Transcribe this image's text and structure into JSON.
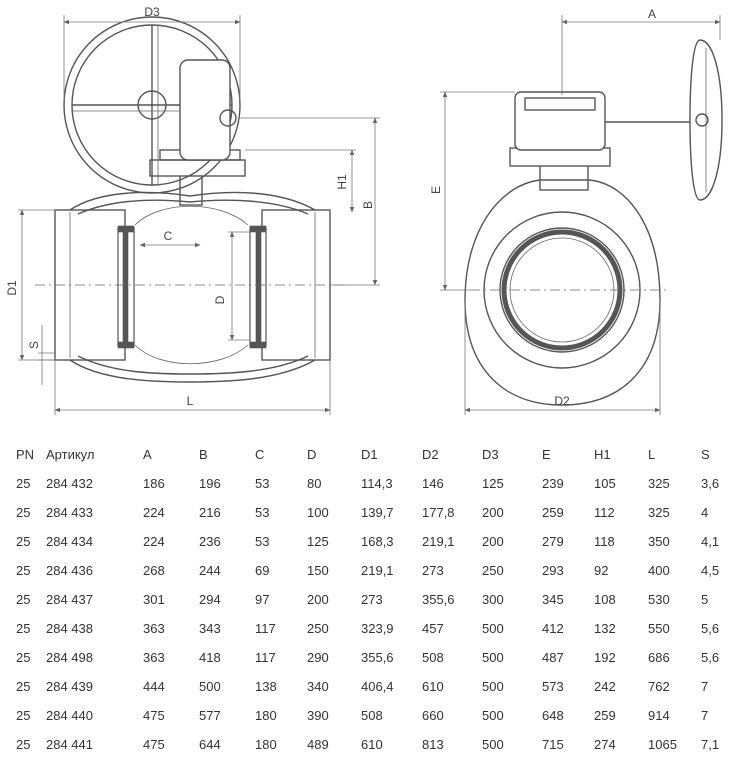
{
  "drawing": {
    "labels": {
      "A": "A",
      "B": "B",
      "C": "C",
      "D": "D",
      "D1": "D1",
      "D2": "D2",
      "D3": "D3",
      "E": "E",
      "H1": "H1",
      "L": "L",
      "S": "S"
    }
  },
  "table": {
    "headers": [
      "PN",
      "Артикул",
      "A",
      "B",
      "C",
      "D",
      "D1",
      "D2",
      "D3",
      "E",
      "H1",
      "L",
      "S"
    ],
    "rows": [
      [
        "25",
        "284 432",
        "186",
        "196",
        "53",
        "80",
        "114,3",
        "146",
        "125",
        "239",
        "105",
        "325",
        "3,6"
      ],
      [
        "25",
        "284 433",
        "224",
        "216",
        "53",
        "100",
        "139,7",
        "177,8",
        "200",
        "259",
        "112",
        "325",
        "4"
      ],
      [
        "25",
        "284 434",
        "224",
        "236",
        "53",
        "125",
        "168,3",
        "219,1",
        "200",
        "279",
        "118",
        "350",
        "4,1"
      ],
      [
        "25",
        "284 436",
        "268",
        "244",
        "69",
        "150",
        "219,1",
        "273",
        "250",
        "293",
        "92",
        "400",
        "4,5"
      ],
      [
        "25",
        "284 437",
        "301",
        "294",
        "97",
        "200",
        "273",
        "355,6",
        "300",
        "345",
        "108",
        "530",
        "5"
      ],
      [
        "25",
        "284 438",
        "363",
        "343",
        "117",
        "250",
        "323,9",
        "457",
        "500",
        "412",
        "132",
        "550",
        "5,6"
      ],
      [
        "25",
        "284 498",
        "363",
        "418",
        "117",
        "290",
        "355,6",
        "508",
        "500",
        "487",
        "192",
        "686",
        "5,6"
      ],
      [
        "25",
        "284 439",
        "444",
        "500",
        "138",
        "340",
        "406,4",
        "610",
        "500",
        "573",
        "242",
        "762",
        "7"
      ],
      [
        "25",
        "284 440",
        "475",
        "577",
        "180",
        "390",
        "508",
        "660",
        "500",
        "648",
        "259",
        "914",
        "7"
      ],
      [
        "25",
        "284 441",
        "475",
        "644",
        "180",
        "489",
        "610",
        "813",
        "500",
        "715",
        "274",
        "1065",
        "7,1"
      ]
    ]
  }
}
